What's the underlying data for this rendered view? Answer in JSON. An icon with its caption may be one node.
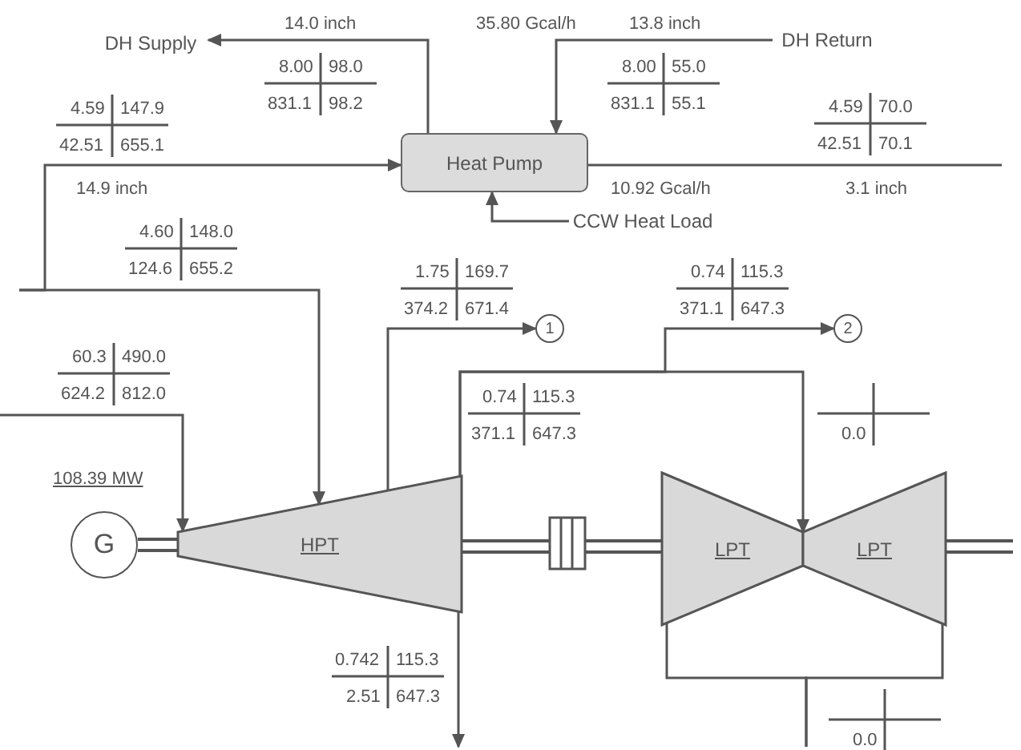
{
  "diagram": {
    "nodes": [
      {
        "text": [
          "Heat Pump"
        ]
      },
      {
        "text": [
          "DH Supply"
        ]
      },
      {
        "text": [
          "DH Return"
        ]
      },
      {
        "text": [
          "CCW Heat Load"
        ]
      },
      {
        "text": [
          "G"
        ]
      },
      {
        "text": [
          "HPT"
        ]
      },
      {
        "text": [
          "LPT"
        ]
      },
      {
        "text": [
          "LPT"
        ]
      },
      {
        "text": [
          "1"
        ]
      },
      {
        "text": [
          "2"
        ]
      }
    ],
    "edges": [
      {
        "from": 0,
        "to": 1,
        "arrow": "to"
      },
      {
        "from": 2,
        "to": 0,
        "arrow": "to"
      },
      {
        "from": 3,
        "to": 0,
        "arrow": "to"
      },
      {
        "from": 0,
        "to": null,
        "arrow": "none"
      },
      {
        "from": null,
        "to": 0,
        "arrow": "to"
      },
      {
        "from": null,
        "to": 5,
        "arrow": "to"
      },
      {
        "from": null,
        "to": 5,
        "arrow": "to"
      },
      {
        "from": 5,
        "to": 8,
        "arrow": "to"
      },
      {
        "from": 5,
        "to": 9,
        "arrow": "to"
      },
      {
        "from": 5,
        "to": 6,
        "arrow": "to"
      },
      {
        "from": 5,
        "to": null,
        "arrow": "to"
      },
      {
        "from": 6,
        "to": null,
        "arrow": "none"
      },
      {
        "from": 7,
        "to": null,
        "arrow": "none"
      },
      {
        "from": 4,
        "to": 5,
        "arrow": "none",
        "style": "thick"
      },
      {
        "from": 5,
        "to": 6,
        "arrow": "none",
        "style": "thick"
      },
      {
        "from": 7,
        "to": null,
        "arrow": "none",
        "style": "thick"
      }
    ],
    "labels": [
      "14.0 inch",
      "35.80 Gcal/h",
      "13.8 inch",
      "8.00",
      "98.0",
      "8.00",
      "55.0",
      "4.59",
      "147.9",
      "831.1",
      "98.2",
      "831.1",
      "55.1",
      "4.59",
      "70.0",
      "42.51",
      "655.1",
      "42.51",
      "70.1",
      "14.9 inch",
      "10.92 Gcal/h",
      "3.1 inch",
      "4.60",
      "148.0",
      "124.6",
      "655.2",
      "1.75",
      "169.7",
      "0.74",
      "115.3",
      "374.2",
      "671.4",
      "371.1",
      "647.3",
      "60.3",
      "490.0",
      "624.2",
      "812.0",
      "0.74",
      "115.3",
      "371.1",
      "647.3",
      "0.0",
      "108.39 MW",
      "0.742",
      "115.3",
      "2.51",
      "647.3",
      "0.0"
    ]
  }
}
